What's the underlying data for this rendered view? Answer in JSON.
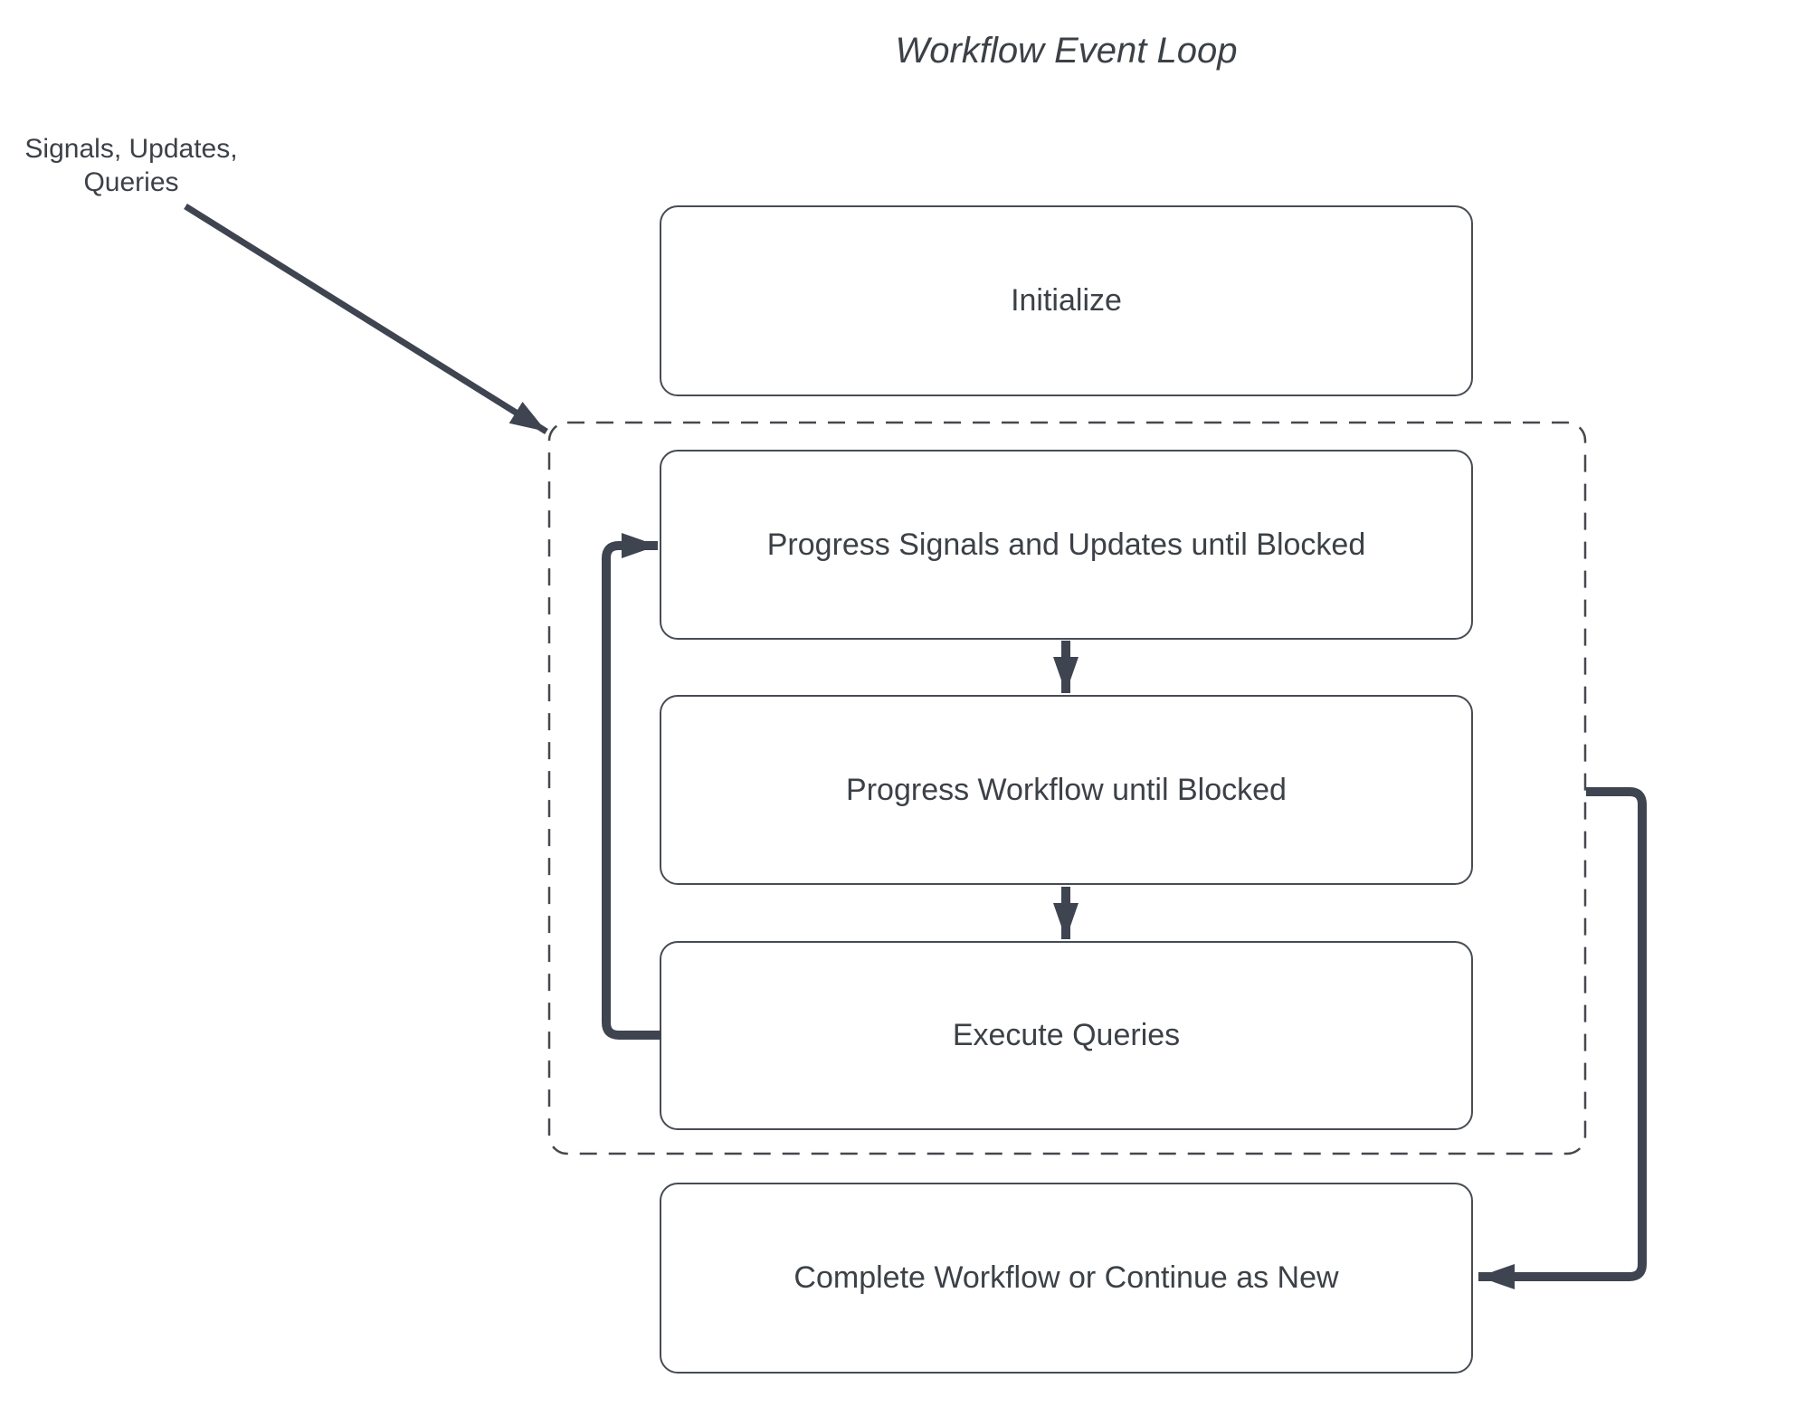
{
  "title": "Workflow Event Loop",
  "annotation": {
    "line1": "Signals, Updates,",
    "line2": "Queries"
  },
  "nodes": {
    "initialize": "Initialize",
    "progress_signals": "Progress Signals and Updates until Blocked",
    "progress_workflow": "Progress Workflow until Blocked",
    "execute_queries": "Execute Queries",
    "complete": "Complete Workflow or Continue as New"
  },
  "connectors": {
    "signals_input": "signals-updates-queries-into-event-loop",
    "step_1_to_2": "progress-signals-to-progress-workflow",
    "step_2_to_3": "progress-workflow-to-execute-queries",
    "loop_back": "execute-queries-back-to-progress-signals",
    "continue_out": "event-loop-to-complete-workflow"
  },
  "colors": {
    "connector": "#3e4450",
    "box_border": "#474c54",
    "dashed_border": "#45484d",
    "text": "#3c4147",
    "background": "#ffffff"
  }
}
